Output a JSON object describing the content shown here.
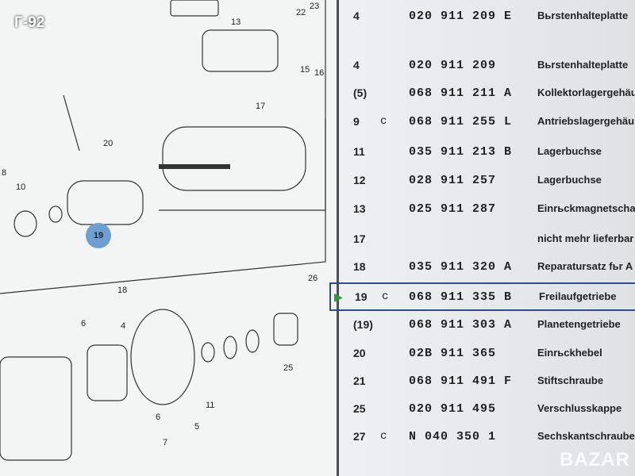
{
  "overlay_tag": "Г-92",
  "watermark": "BAZAR",
  "diagram": {
    "callouts": [
      "13",
      "22",
      "23",
      "15",
      "16",
      "17",
      "20",
      "8",
      "10",
      "19",
      "18",
      "26",
      "6",
      "4",
      "25",
      "11",
      "5",
      "6",
      "7"
    ]
  },
  "rows": [
    {
      "pos": "4",
      "code": "",
      "number": "020  911  209  E",
      "desc": "Bьrstenhalteplatte",
      "selected": false
    },
    {
      "pos": "4",
      "code": "",
      "number": "020  911  209",
      "desc": "Bьrstenhalteplatte",
      "selected": false
    },
    {
      "pos": "(5)",
      "code": "",
      "number": "068  911  211  A",
      "desc": "Kollektorlagergehäuse",
      "selected": false
    },
    {
      "pos": "9",
      "code": "c",
      "number": "068  911  255  L",
      "desc": "Antriebslagergehäuse",
      "selected": false
    },
    {
      "pos": "11",
      "code": "",
      "number": "035  911  213  B",
      "desc": "Lagerbuchse",
      "selected": false
    },
    {
      "pos": "12",
      "code": "",
      "number": "028  911  257",
      "desc": "Lagerbuchse",
      "selected": false
    },
    {
      "pos": "13",
      "code": "",
      "number": "025  911  287",
      "desc": "Einrьckmagnetschalter",
      "selected": false
    },
    {
      "pos": "17",
      "code": "",
      "number": "",
      "desc": "nicht mehr lieferbar",
      "selected": false
    },
    {
      "pos": "18",
      "code": "",
      "number": "035  911  320  A",
      "desc": "Reparatursatz fьr A",
      "selected": false
    },
    {
      "pos": "19",
      "code": "c",
      "number": "068  911  335  B",
      "desc": "Freilaufgetriebe",
      "selected": true
    },
    {
      "pos": "(19)",
      "code": "",
      "number": "068  911  303  A",
      "desc": "Planetengetriebe",
      "selected": false
    },
    {
      "pos": "20",
      "code": "",
      "number": "02B  911  365",
      "desc": "Einrьckhebel",
      "selected": false
    },
    {
      "pos": "21",
      "code": "",
      "number": "068  911  491  F",
      "desc": "Stiftschraube",
      "selected": false
    },
    {
      "pos": "25",
      "code": "",
      "number": "020  911  495",
      "desc": "Verschlusskappe",
      "selected": false
    },
    {
      "pos": "27",
      "code": "c",
      "number": "N   040  350  1",
      "desc": "Sechskantschraube",
      "selected": false
    }
  ]
}
